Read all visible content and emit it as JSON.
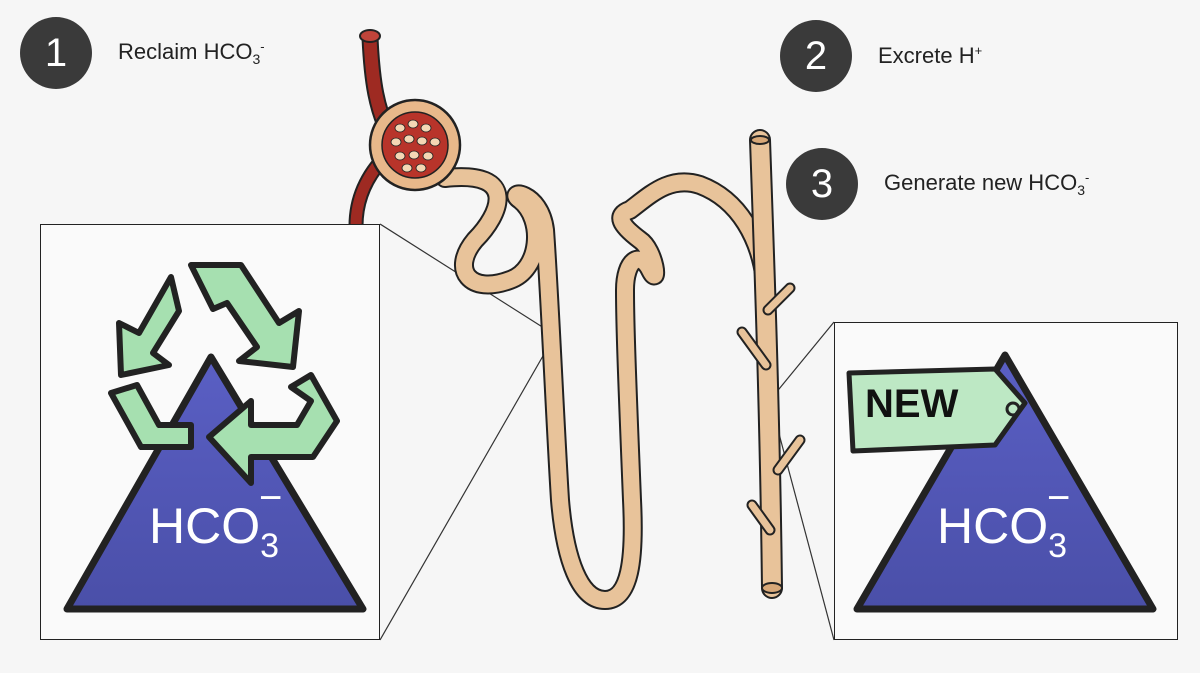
{
  "steps": [
    {
      "number": "1",
      "label": "Reclaim HCO",
      "sub": "3",
      "sup": "-"
    },
    {
      "number": "2",
      "label": "Excrete H",
      "sub": "",
      "sup": "+"
    },
    {
      "number": "3",
      "label": "Generate new HCO",
      "sub": "3",
      "sup": "-"
    }
  ],
  "left_panel": {
    "molecule": "HCO",
    "molecule_sub": "3",
    "molecule_sup": "−"
  },
  "right_panel": {
    "tag": "NEW",
    "molecule": "HCO",
    "molecule_sub": "3",
    "molecule_sup": "−"
  },
  "colors": {
    "badge": "#3a3a3a",
    "triangle": "#5558b8",
    "recycle_green": "#a6e0b0",
    "tubule": "#e8c39a",
    "vessel": "#9e2a22",
    "outline": "#222222"
  },
  "icons": [
    "recycle-icon",
    "new-tag-icon"
  ]
}
